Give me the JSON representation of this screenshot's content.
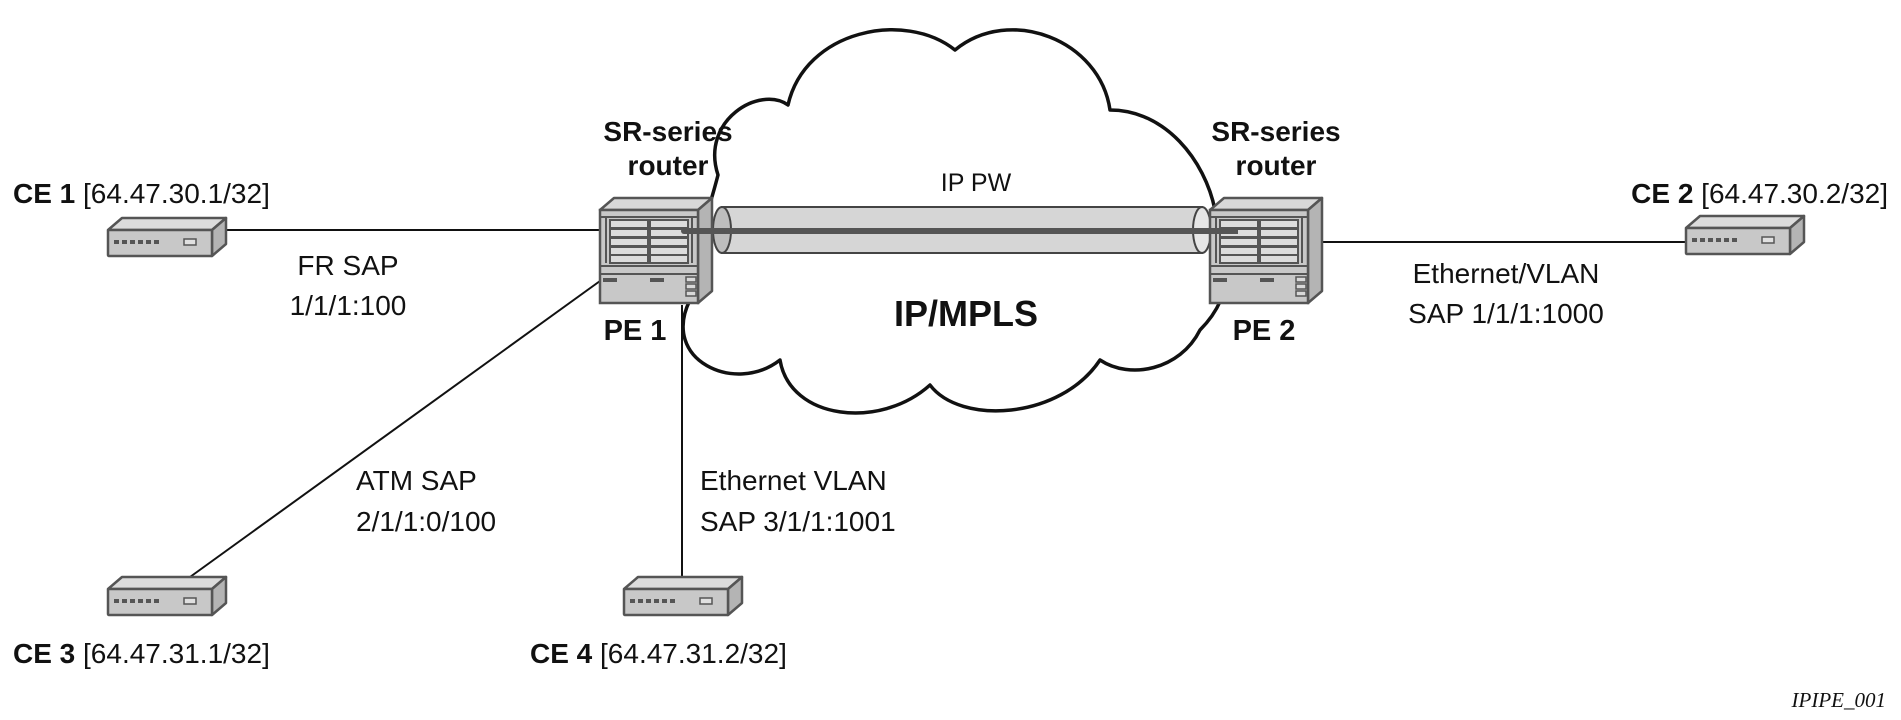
{
  "figure_id": "IPIPE_001",
  "network": {
    "cloud_label": "IP/MPLS",
    "pseudowire_label": "IP PW"
  },
  "pe_routers": [
    {
      "name": "PE 1",
      "type_line1": "SR-series",
      "type_line2": "router"
    },
    {
      "name": "PE 2",
      "type_line1": "SR-series",
      "type_line2": "router"
    }
  ],
  "ce_devices": [
    {
      "name": "CE 1",
      "address": "[64.47.30.1/32]"
    },
    {
      "name": "CE 2",
      "address": "[64.47.30.2/32]"
    },
    {
      "name": "CE 3",
      "address": "[64.47.31.1/32]"
    },
    {
      "name": "CE 4",
      "address": "[64.47.31.2/32]"
    }
  ],
  "links": [
    {
      "from": "CE 1",
      "to": "PE 1",
      "line1": "FR SAP",
      "line2": "1/1/1:100"
    },
    {
      "from": "CE 2",
      "to": "PE 2",
      "line1": "Ethernet/VLAN",
      "line2": "SAP 1/1/1:1000"
    },
    {
      "from": "CE 3",
      "to": "PE 1",
      "line1": "ATM SAP",
      "line2": "2/1/1:0/100"
    },
    {
      "from": "CE 4",
      "to": "PE 1",
      "line1": "Ethernet VLAN",
      "line2": "SAP 3/1/1:1001"
    }
  ],
  "colors": {
    "device_fill": "#c8c8c8",
    "device_top": "#dcdcdc",
    "device_side": "#b4b4b4",
    "device_stroke": "#555555",
    "tunnel_fill": "#d6d6d6",
    "pw_line": "#555555",
    "line": "#111111"
  }
}
